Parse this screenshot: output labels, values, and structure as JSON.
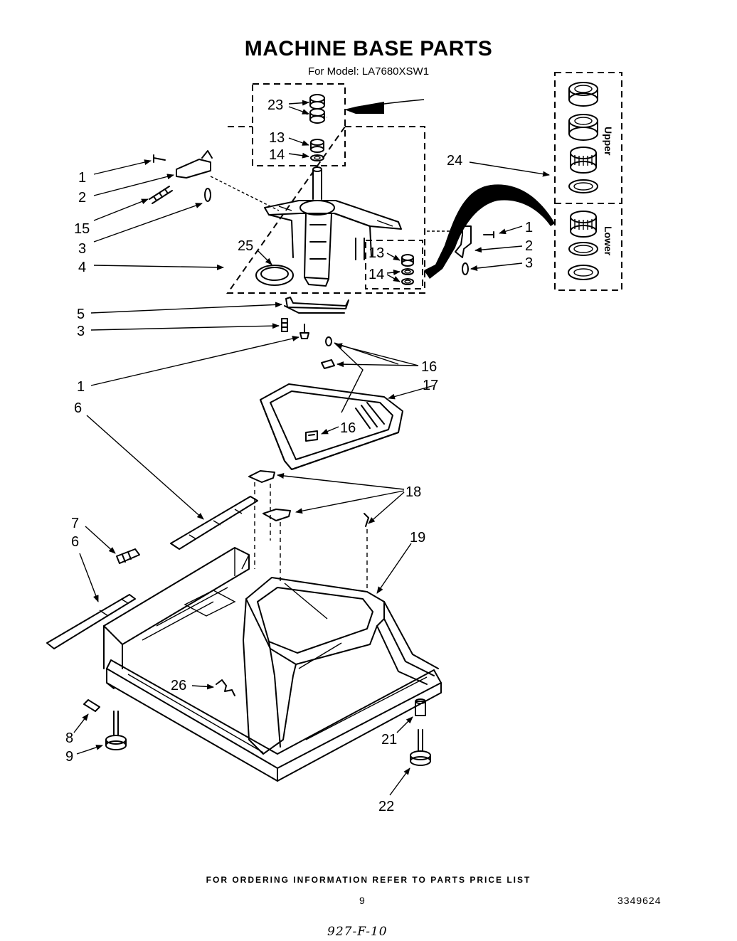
{
  "header": {
    "title": "MACHINE BASE PARTS",
    "model_line": "For Model: LA7680XSW1"
  },
  "panel_labels": {
    "upper": "Upper",
    "lower": "Lower"
  },
  "callouts": [
    {
      "id": "c1a",
      "text": "1"
    },
    {
      "id": "c2a",
      "text": "2"
    },
    {
      "id": "c15",
      "text": "15"
    },
    {
      "id": "c3a",
      "text": "3"
    },
    {
      "id": "c4",
      "text": "4"
    },
    {
      "id": "c25",
      "text": "25"
    },
    {
      "id": "c23",
      "text": "23"
    },
    {
      "id": "c13a",
      "text": "13"
    },
    {
      "id": "c14a",
      "text": "14"
    },
    {
      "id": "c24",
      "text": "24"
    },
    {
      "id": "c1b",
      "text": "1"
    },
    {
      "id": "c2b",
      "text": "2"
    },
    {
      "id": "c3b",
      "text": "3"
    },
    {
      "id": "c13b",
      "text": "13"
    },
    {
      "id": "c14b",
      "text": "14"
    },
    {
      "id": "c5",
      "text": "5"
    },
    {
      "id": "c3c",
      "text": "3"
    },
    {
      "id": "c1c",
      "text": "1"
    },
    {
      "id": "c16a",
      "text": "16"
    },
    {
      "id": "c17",
      "text": "17"
    },
    {
      "id": "c16b",
      "text": "16"
    },
    {
      "id": "c6a",
      "text": "6"
    },
    {
      "id": "c18",
      "text": "18"
    },
    {
      "id": "c7",
      "text": "7"
    },
    {
      "id": "c6b",
      "text": "6"
    },
    {
      "id": "c19",
      "text": "19"
    },
    {
      "id": "c26",
      "text": "26"
    },
    {
      "id": "c8",
      "text": "8"
    },
    {
      "id": "c9",
      "text": "9"
    },
    {
      "id": "c21",
      "text": "21"
    },
    {
      "id": "c22",
      "text": "22"
    }
  ],
  "footer": {
    "ordering_note": "FOR ORDERING INFORMATION REFER TO PARTS PRICE LIST",
    "page_number": "9",
    "document_number": "3349624",
    "handwritten_note": "927-F-10"
  }
}
